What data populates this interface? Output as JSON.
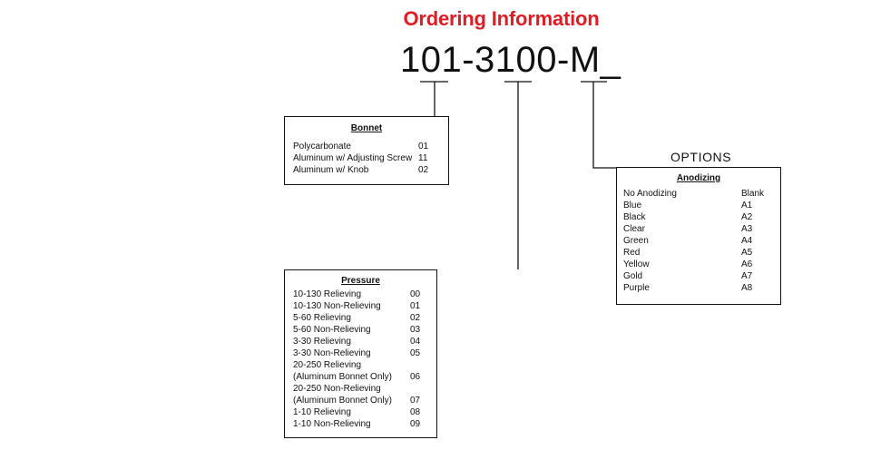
{
  "header": {
    "title": "Ordering Information",
    "title_color": "#e31b23",
    "part_number": "101-3100-M_"
  },
  "bonnet": {
    "title": "Bonnet",
    "items": [
      {
        "label": "Polycarbonate",
        "code": "01"
      },
      {
        "label": "Aluminum w/ Adjusting Screw",
        "code": "11"
      },
      {
        "label": "Aluminum w/ Knob",
        "code": "02"
      }
    ]
  },
  "pressure": {
    "title": "Pressure",
    "items": [
      {
        "label": "10-130 Relieving",
        "code": "00"
      },
      {
        "label": "10-130 Non-Relieving",
        "code": "01"
      },
      {
        "label": "5-60 Relieving",
        "code": "02"
      },
      {
        "label": "5-60 Non-Relieving",
        "code": "03"
      },
      {
        "label": "3-30 Relieving",
        "code": "04"
      },
      {
        "label": "3-30 Non-Relieving",
        "code": "05"
      },
      {
        "label": "20-250 Relieving",
        "code": ""
      },
      {
        "label": "(Aluminum Bonnet Only)",
        "code": "06"
      },
      {
        "label": "20-250 Non-Relieving",
        "code": ""
      },
      {
        "label": "(Aluminum Bonnet Only)",
        "code": "07"
      },
      {
        "label": "1-10 Relieving",
        "code": "08"
      },
      {
        "label": "1-10 Non-Relieving",
        "code": "09"
      }
    ]
  },
  "options": {
    "label": "OPTIONS",
    "anodizing": {
      "title": "Anodizing",
      "items": [
        {
          "label": "No Anodizing",
          "code": "Blank"
        },
        {
          "label": "Blue",
          "code": "A1"
        },
        {
          "label": "Black",
          "code": "A2"
        },
        {
          "label": "Clear",
          "code": "A3"
        },
        {
          "label": "Green",
          "code": "A4"
        },
        {
          "label": "Red",
          "code": "A5"
        },
        {
          "label": "Yellow",
          "code": "A6"
        },
        {
          "label": "Gold",
          "code": "A7"
        },
        {
          "label": "Purple",
          "code": "A8"
        }
      ]
    }
  }
}
